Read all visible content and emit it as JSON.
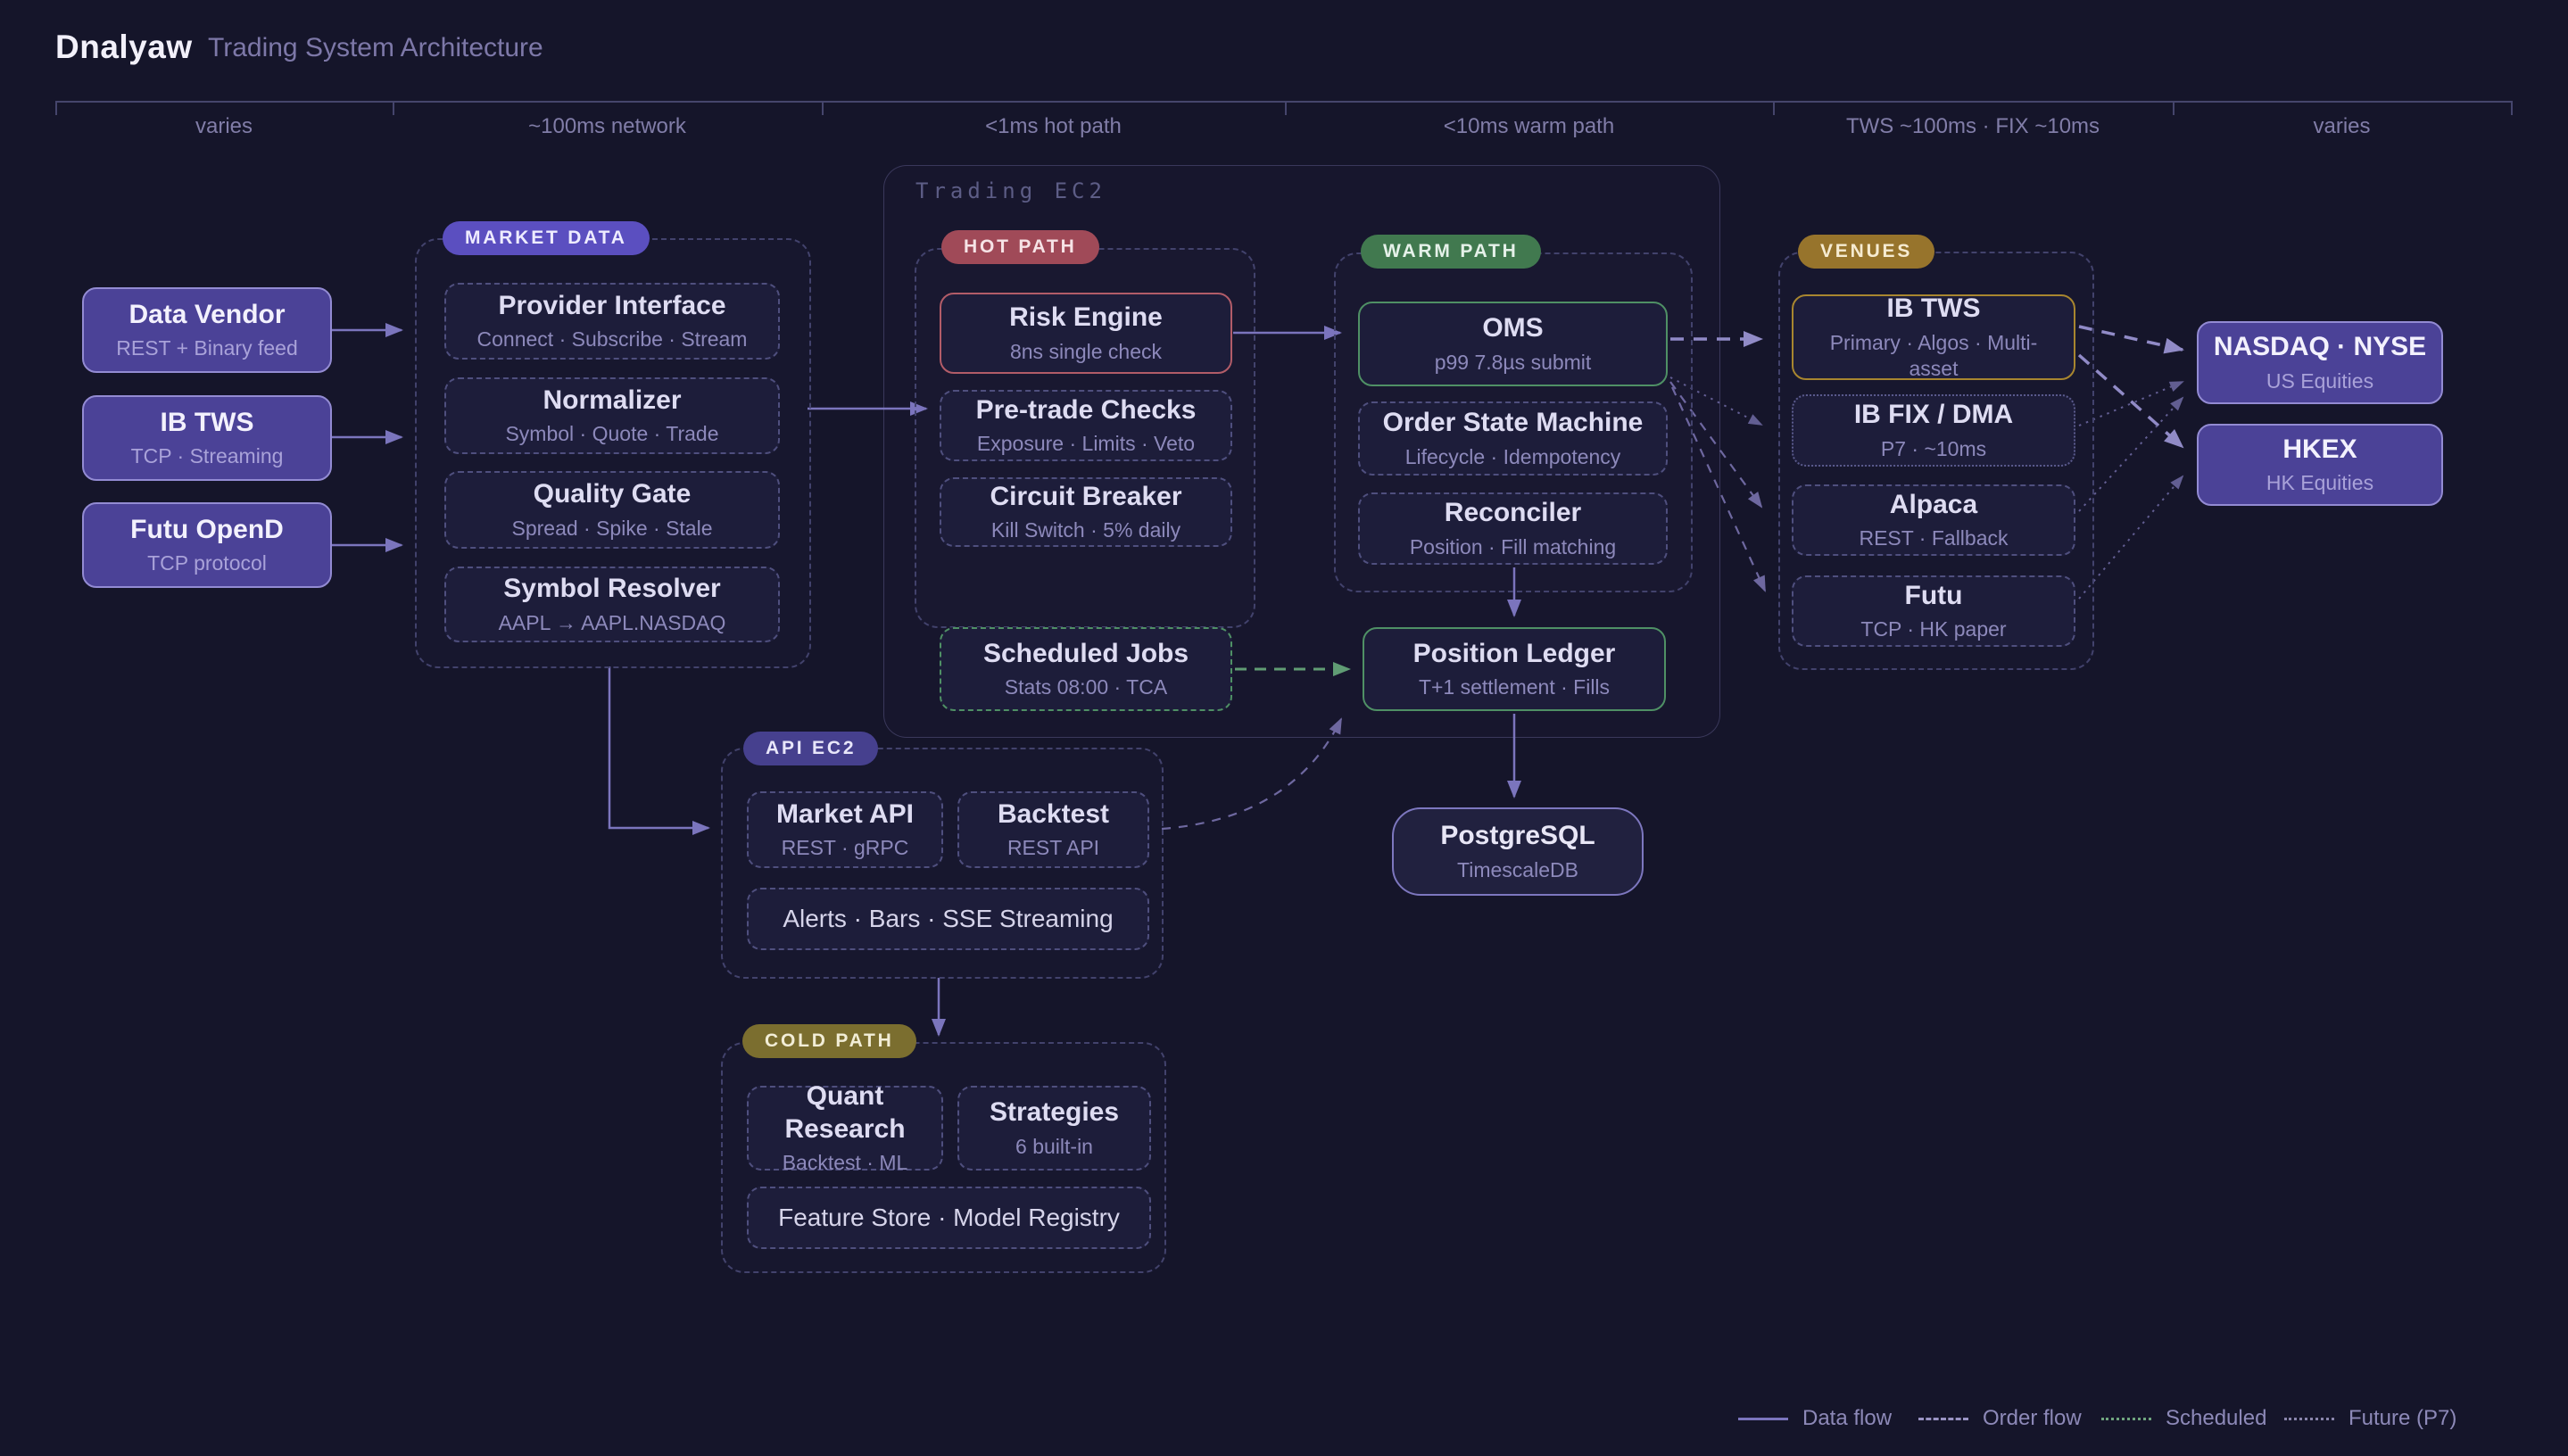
{
  "header": {
    "brand": "Dnalyaw",
    "title": "Trading System Architecture"
  },
  "timeline": {
    "segments": [
      {
        "label": "varies"
      },
      {
        "label": "~100ms network"
      },
      {
        "label": "<1ms hot path"
      },
      {
        "label": "<10ms warm path"
      },
      {
        "label": "TWS ~100ms · FIX ~10ms"
      },
      {
        "label": "varies"
      }
    ]
  },
  "groups": {
    "market_data": {
      "label": "MARKET DATA"
    },
    "trading_ec2": {
      "label": "Trading EC2"
    },
    "hot_path": {
      "label": "HOT PATH"
    },
    "warm_path": {
      "label": "WARM PATH"
    },
    "venues": {
      "label": "VENUES"
    },
    "api_ec2": {
      "label": "API EC2"
    },
    "cold_path": {
      "label": "COLD PATH"
    }
  },
  "sources": {
    "data_vendor": {
      "title": "Data Vendor",
      "sub": "REST + Binary feed"
    },
    "ib_tws": {
      "title": "IB TWS",
      "sub": "TCP · Streaming"
    },
    "futu_opend": {
      "title": "Futu OpenD",
      "sub": "TCP protocol"
    }
  },
  "nodes": {
    "provider_interface": {
      "title": "Provider Interface",
      "sub": "Connect · Subscribe · Stream"
    },
    "normalizer": {
      "title": "Normalizer",
      "sub": "Symbol · Quote · Trade"
    },
    "quality_gate": {
      "title": "Quality Gate",
      "sub": "Spread · Spike · Stale"
    },
    "symbol_resolver": {
      "title": "Symbol Resolver",
      "sub": "AAPL → AAPL.NASDAQ"
    },
    "risk_engine": {
      "title": "Risk Engine",
      "sub": "8ns single check"
    },
    "pretrade_checks": {
      "title": "Pre-trade Checks",
      "sub": "Exposure · Limits · Veto"
    },
    "circuit_breaker": {
      "title": "Circuit Breaker",
      "sub": "Kill Switch · 5% daily"
    },
    "scheduled_jobs": {
      "title": "Scheduled Jobs",
      "sub": "Stats 08:00 · TCA"
    },
    "oms": {
      "title": "OMS",
      "sub": "p99 7.8µs submit"
    },
    "order_state_machine": {
      "title": "Order State Machine",
      "sub": "Lifecycle · Idempotency"
    },
    "reconciler": {
      "title": "Reconciler",
      "sub": "Position · Fill matching"
    },
    "position_ledger": {
      "title": "Position Ledger",
      "sub": "T+1 settlement · Fills"
    },
    "postgresql": {
      "title": "PostgreSQL",
      "sub": "TimescaleDB"
    },
    "venue_ib_tws": {
      "title": "IB TWS",
      "sub": "Primary · Algos · Multi-asset"
    },
    "venue_ib_fix": {
      "title": "IB FIX / DMA",
      "sub": "P7 · ~10ms"
    },
    "venue_alpaca": {
      "title": "Alpaca",
      "sub": "REST · Fallback"
    },
    "venue_futu": {
      "title": "Futu",
      "sub": "TCP · HK paper"
    },
    "nasdaq": {
      "title": "NASDAQ · NYSE",
      "sub": "US Equities"
    },
    "hkex": {
      "title": "HKEX",
      "sub": "HK Equities"
    },
    "market_api": {
      "title": "Market API",
      "sub": "REST · gRPC"
    },
    "backtest": {
      "title": "Backtest",
      "sub": "REST API"
    },
    "alerts_bars": {
      "title": "Alerts · Bars · SSE Streaming"
    },
    "quant_research": {
      "title": "Quant Research",
      "sub": "Backtest · ML"
    },
    "strategies": {
      "title": "Strategies",
      "sub": "6 built-in"
    },
    "feature_store": {
      "title": "Feature Store · Model Registry"
    }
  },
  "legend": {
    "items": [
      {
        "label": "Data flow"
      },
      {
        "label": "Order flow"
      },
      {
        "label": "Scheduled"
      },
      {
        "label": "Future (P7)"
      }
    ]
  },
  "colors": {
    "background": "#15152a",
    "data_flow": "#7b75bd",
    "order_flow": "#918bc7",
    "scheduled": "#5f9e73",
    "future": "#625e92",
    "hot": "#a04a58",
    "warm": "#41794f",
    "venues": "#97742c",
    "cold": "#7b6e2f",
    "market_data_pill": "#5b4fc0",
    "source_fill": "#4b4297"
  }
}
